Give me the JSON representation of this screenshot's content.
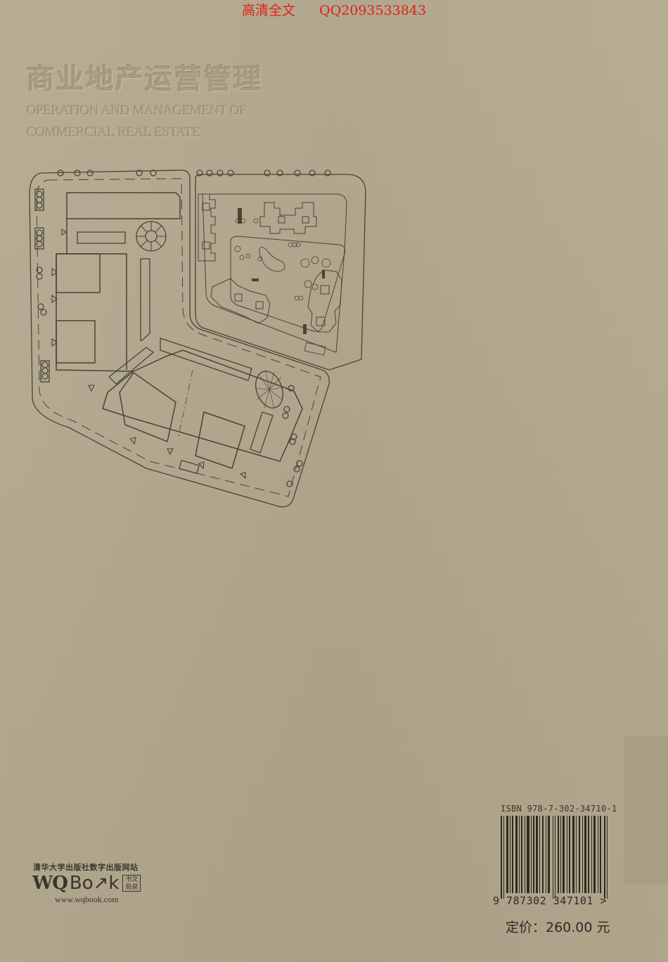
{
  "watermark": {
    "label": "高清全文",
    "qq": "QQ2093533843",
    "color": "#e0201a"
  },
  "cover": {
    "title_cn": "商业地产运营管理",
    "title_en_line1": "OPERATION AND MANAGEMENT OF",
    "title_en_line2": "COMMERCIAL REAL ESTATE",
    "background_color": "#b2a88d",
    "illustration": "site-plan-drawing"
  },
  "publisher": {
    "tagline": "清华大学出版社数字出版网站",
    "logo_wq": "WQ",
    "logo_book": "Bo↗k",
    "seal_text": "书文局泉",
    "website": "www.wqbook.com"
  },
  "barcode": {
    "isbn_label": "ISBN 978-7-302-34710-1",
    "digits": "9 787302 347101 >",
    "price": "定价：260.00 元"
  }
}
